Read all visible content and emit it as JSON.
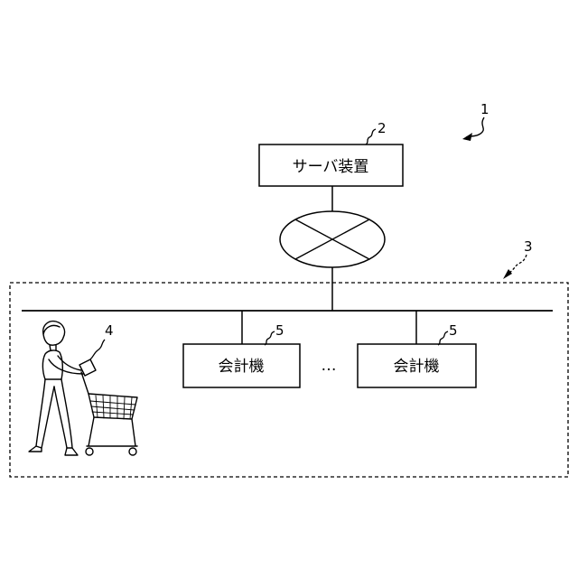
{
  "server": {
    "ref": "2",
    "label": "サーバ装置"
  },
  "system": {
    "ref": "1"
  },
  "store": {
    "ref": "3"
  },
  "customer": {
    "ref": "4"
  },
  "terminals": [
    {
      "ref": "5",
      "label": "会計機"
    },
    {
      "ref": "5",
      "label": "会計機"
    }
  ],
  "ellipsis": "…",
  "colors": {
    "line": "#000000",
    "background": "#ffffff"
  }
}
